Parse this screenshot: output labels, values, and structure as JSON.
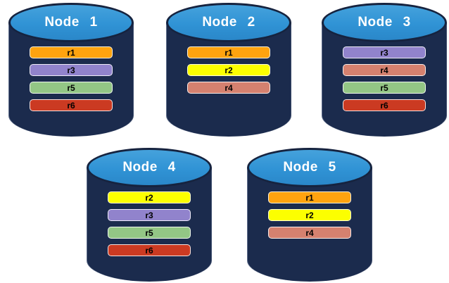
{
  "diagram": {
    "description": "Five database node cylinders showing replica placement",
    "colors": {
      "cylinder_body": "#1B2B4D",
      "cylinder_top": "#3093D5",
      "cylinder_outline": "#16233F",
      "bar_text": "#000000",
      "title_text": "#FFFFFF"
    }
  },
  "replica_colors": {
    "r1": "#FFA30F",
    "r2": "#FCFF00",
    "r3": "#9183CC",
    "r4": "#D5816F",
    "r5": "#93C685",
    "r6": "#CB3A22"
  },
  "nodes": [
    {
      "title": "Node 1",
      "replicas": [
        "r1",
        "r3",
        "r5",
        "r6"
      ]
    },
    {
      "title": "Node 2",
      "replicas": [
        "r1",
        "r2",
        "r4"
      ]
    },
    {
      "title": "Node 3",
      "replicas": [
        "r3",
        "r4",
        "r5",
        "r6"
      ]
    },
    {
      "title": "Node 4",
      "replicas": [
        "r2",
        "r3",
        "r5",
        "r6"
      ]
    },
    {
      "title": "Node 5",
      "replicas": [
        "r1",
        "r2",
        "r4"
      ]
    }
  ]
}
